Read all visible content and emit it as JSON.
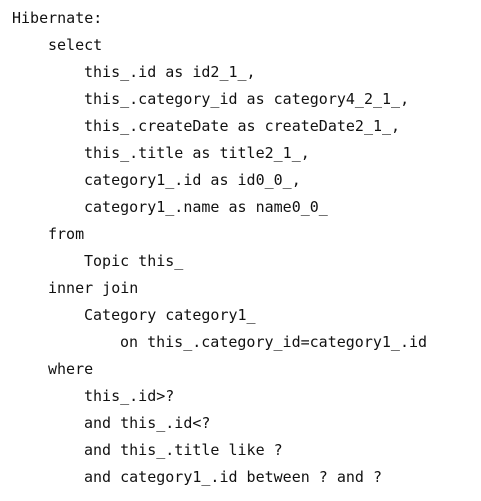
{
  "document": {
    "lines": [
      {
        "text": "Hibernate:",
        "indent": 0
      },
      {
        "text": "select",
        "indent": 1
      },
      {
        "text": "this_.id as id2_1_,",
        "indent": 2
      },
      {
        "text": "this_.category_id as category4_2_1_,",
        "indent": 2
      },
      {
        "text": "this_.createDate as createDate2_1_,",
        "indent": 2
      },
      {
        "text": "this_.title as title2_1_,",
        "indent": 2
      },
      {
        "text": "category1_.id as id0_0_,",
        "indent": 2
      },
      {
        "text": "category1_.name as name0_0_",
        "indent": 2
      },
      {
        "text": "from",
        "indent": 1
      },
      {
        "text": "Topic this_",
        "indent": 2
      },
      {
        "text": "inner join",
        "indent": 1
      },
      {
        "text": "Category category1_",
        "indent": 2
      },
      {
        "text": "on this_.category_id=category1_.id",
        "indent": 3
      },
      {
        "text": "where",
        "indent": 1
      },
      {
        "text": "this_.id>?",
        "indent": 2
      },
      {
        "text": "and this_.id<?",
        "indent": 2
      },
      {
        "text": "and this_.title like ?",
        "indent": 2
      },
      {
        "text": "and category1_.id between ? and ?",
        "indent": 2
      }
    ]
  }
}
